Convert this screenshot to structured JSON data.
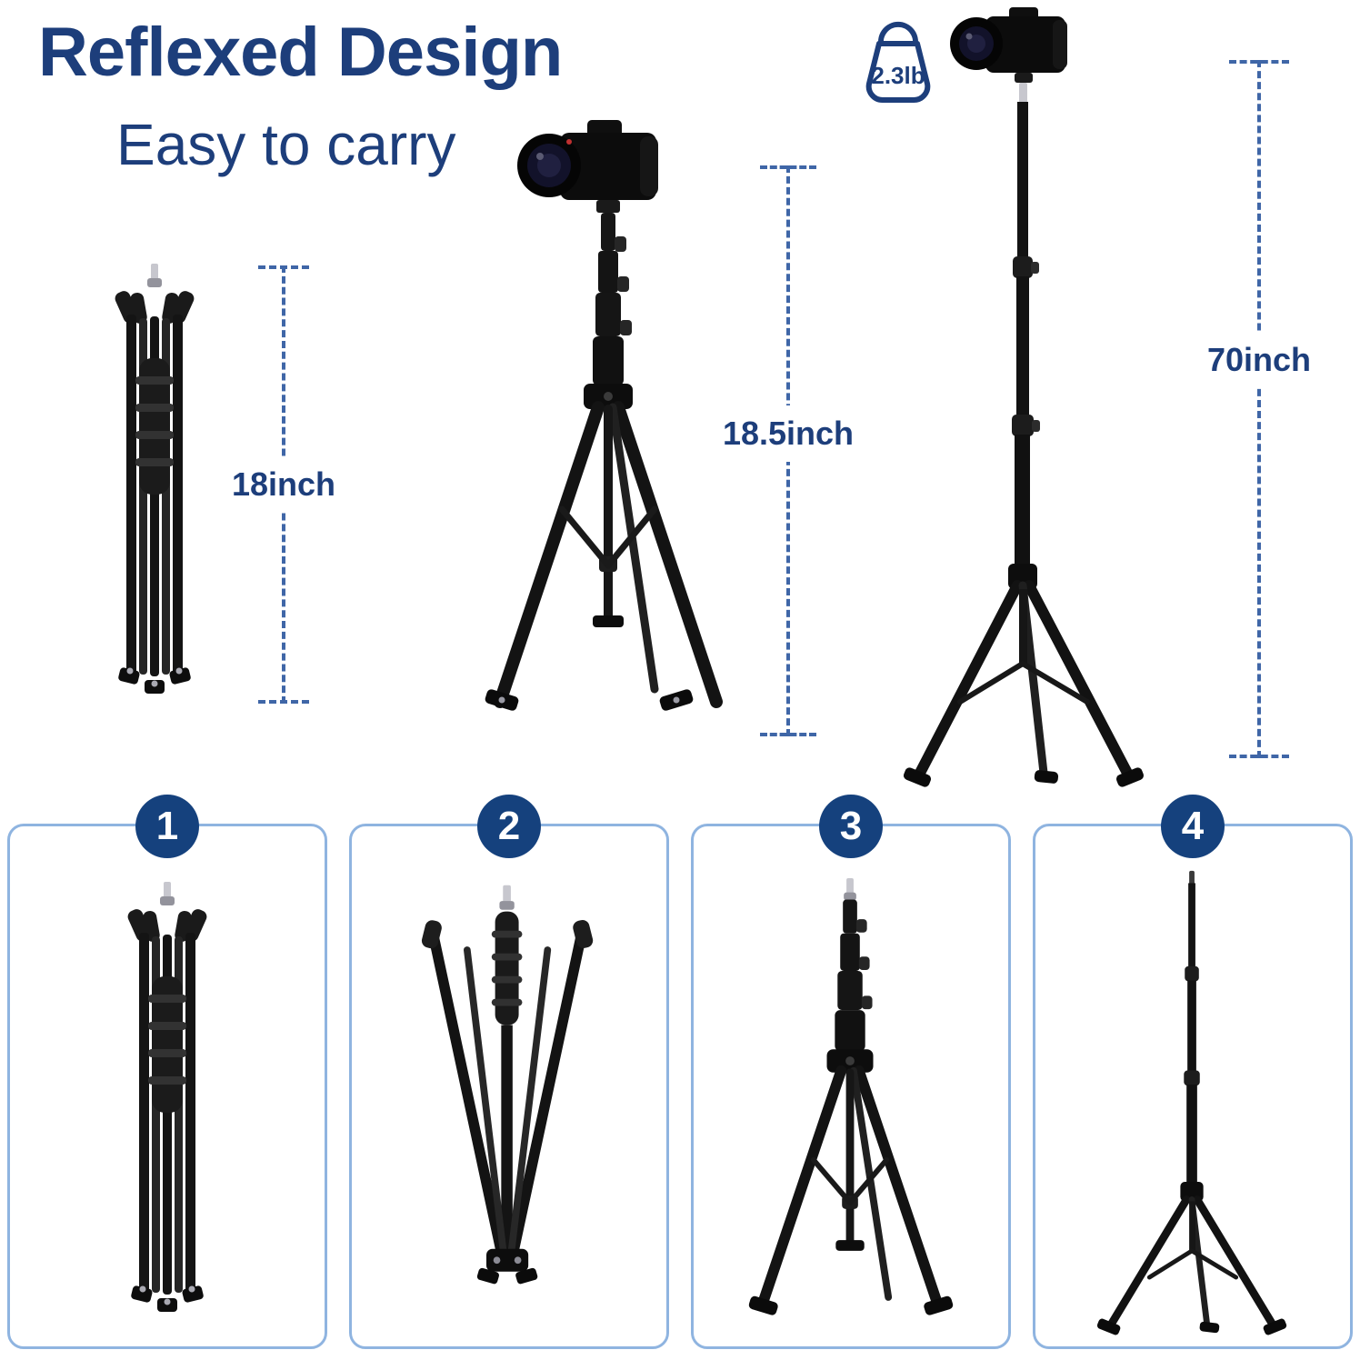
{
  "header": {
    "title": "Reflexed Design",
    "subtitle": "Easy to carry"
  },
  "weight_badge": {
    "label": "2.3lb"
  },
  "measurements": {
    "folded_height": "18inch",
    "opened_height": "18.5inch",
    "extended_height": "70inch"
  },
  "step_numbers": [
    "1",
    "2",
    "3",
    "4"
  ],
  "icons": {
    "weight": "kettlebell-weight-icon"
  },
  "colors": {
    "navy_text": "#1d3e7b",
    "step_circle": "#15417d",
    "panel_border": "#8fb4e0",
    "dashed_line": "#3f66a7",
    "tripod_black": "#141414"
  }
}
